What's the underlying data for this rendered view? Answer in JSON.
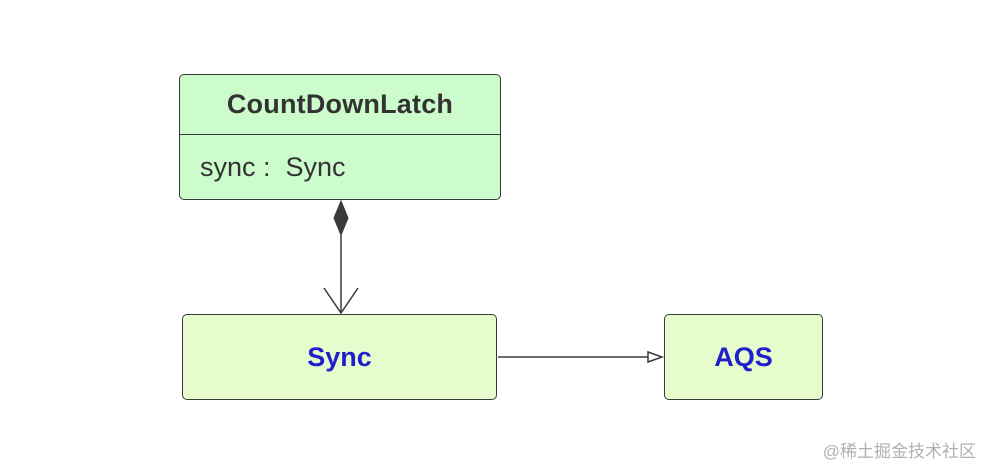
{
  "diagram": {
    "classes": {
      "countdownlatch": {
        "name": "CountDownLatch",
        "attribute": "sync :  Sync"
      },
      "sync": {
        "name": "Sync"
      },
      "aqs": {
        "name": "AQS"
      }
    },
    "relations": [
      {
        "from": "CountDownLatch",
        "to": "Sync",
        "kind": "composition"
      },
      {
        "from": "Sync",
        "to": "AQS",
        "kind": "generalization"
      }
    ],
    "colors": {
      "countdownlatch_fill": "#ccfccc",
      "class_fill": "#e6fccc",
      "border": "#3a3a3a",
      "text": "#333333",
      "blue_text": "#1f1fcc"
    }
  },
  "watermark": "@稀土掘金技术社区"
}
